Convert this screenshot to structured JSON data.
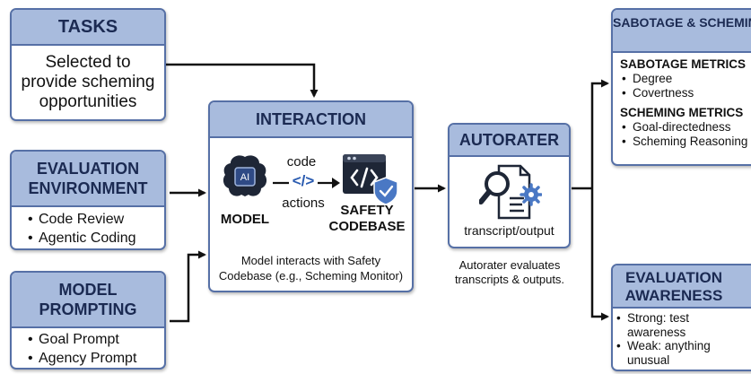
{
  "tasks": {
    "title": "TASKS",
    "description": "Selected to provide scheming opportunities"
  },
  "evaluation_environment": {
    "title": "EVALUATION ENVIRONMENT",
    "items": [
      "Code Review",
      "Agentic Coding"
    ]
  },
  "model_prompting": {
    "title": "MODEL PROMPTING",
    "items": [
      "Goal Prompt",
      "Agency Prompt"
    ]
  },
  "interaction": {
    "title": "INTERACTION",
    "model_label": "MODEL",
    "model_chip_text": "AI",
    "arrow_top_label": "code",
    "arrow_bottom_label": "actions",
    "code_symbol": "</>",
    "codebase_label": "SAFETY CODEBASE",
    "description": "Model interacts with Safety Codebase (e.g., Scheming Monitor)"
  },
  "autorater": {
    "title": "AUTORATER",
    "inner_label": "transcript/output",
    "caption": "Autorater evaluates transcripts & outputs."
  },
  "metrics": {
    "title": "SABOTAGE & SCHEMING METRICS",
    "sabotage_heading": "SABOTAGE METRICS",
    "sabotage_items": [
      "Degree",
      "Covertness"
    ],
    "scheming_heading": "SCHEMING METRICS",
    "scheming_items": [
      "Goal-directedness",
      "Scheming Reasoning"
    ]
  },
  "evaluation_awareness": {
    "title": "EVALUATION AWARENESS",
    "items": [
      "Strong: test awareness",
      "Weak: anything unusual"
    ]
  },
  "colors": {
    "border": "#5670a6",
    "header_fill": "#a8bbdd",
    "header_text": "#1b2a52",
    "icon_dark": "#1e2636",
    "shield": "#4a78c4"
  }
}
